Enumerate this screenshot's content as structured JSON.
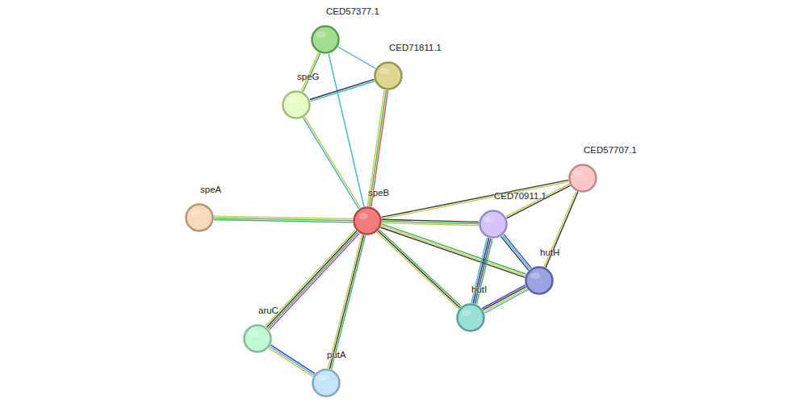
{
  "diagram": {
    "nodes": [
      {
        "text": [
          "CED57377.1"
        ]
      },
      {
        "text": [
          "CED71811.1"
        ]
      },
      {
        "text": [
          "speG"
        ]
      },
      {
        "text": [
          "CED57707.1"
        ]
      },
      {
        "text": [
          "speA"
        ]
      },
      {
        "text": [
          "speB"
        ]
      },
      {
        "text": [
          "CED70911.1"
        ]
      },
      {
        "text": [
          "hutH"
        ]
      },
      {
        "text": [
          "hutI"
        ]
      },
      {
        "text": [
          "aruC"
        ]
      },
      {
        "text": [
          "putA"
        ]
      }
    ],
    "edges": [
      {
        "from": 0,
        "to": 2,
        "arrow": "none"
      },
      {
        "from": 0,
        "to": 1,
        "arrow": "none"
      },
      {
        "from": 0,
        "to": 5,
        "arrow": "none"
      },
      {
        "from": 2,
        "to": 1,
        "arrow": "none"
      },
      {
        "from": 2,
        "to": 5,
        "arrow": "none"
      },
      {
        "from": 1,
        "to": 5,
        "arrow": "none"
      },
      {
        "from": 4,
        "to": 5,
        "arrow": "none"
      },
      {
        "from": 5,
        "to": 3,
        "arrow": "none"
      },
      {
        "from": 5,
        "to": 6,
        "arrow": "none"
      },
      {
        "from": 5,
        "to": 7,
        "arrow": "none"
      },
      {
        "from": 5,
        "to": 8,
        "arrow": "none"
      },
      {
        "from": 5,
        "to": 9,
        "arrow": "none"
      },
      {
        "from": 5,
        "to": 10,
        "arrow": "none"
      },
      {
        "from": 6,
        "to": 3,
        "arrow": "none"
      },
      {
        "from": 3,
        "to": 7,
        "arrow": "none"
      },
      {
        "from": 6,
        "to": 7,
        "arrow": "none"
      },
      {
        "from": 6,
        "to": 8,
        "arrow": "none"
      },
      {
        "from": 8,
        "to": 7,
        "arrow": "none"
      },
      {
        "from": 9,
        "to": 10,
        "arrow": "none"
      }
    ]
  }
}
